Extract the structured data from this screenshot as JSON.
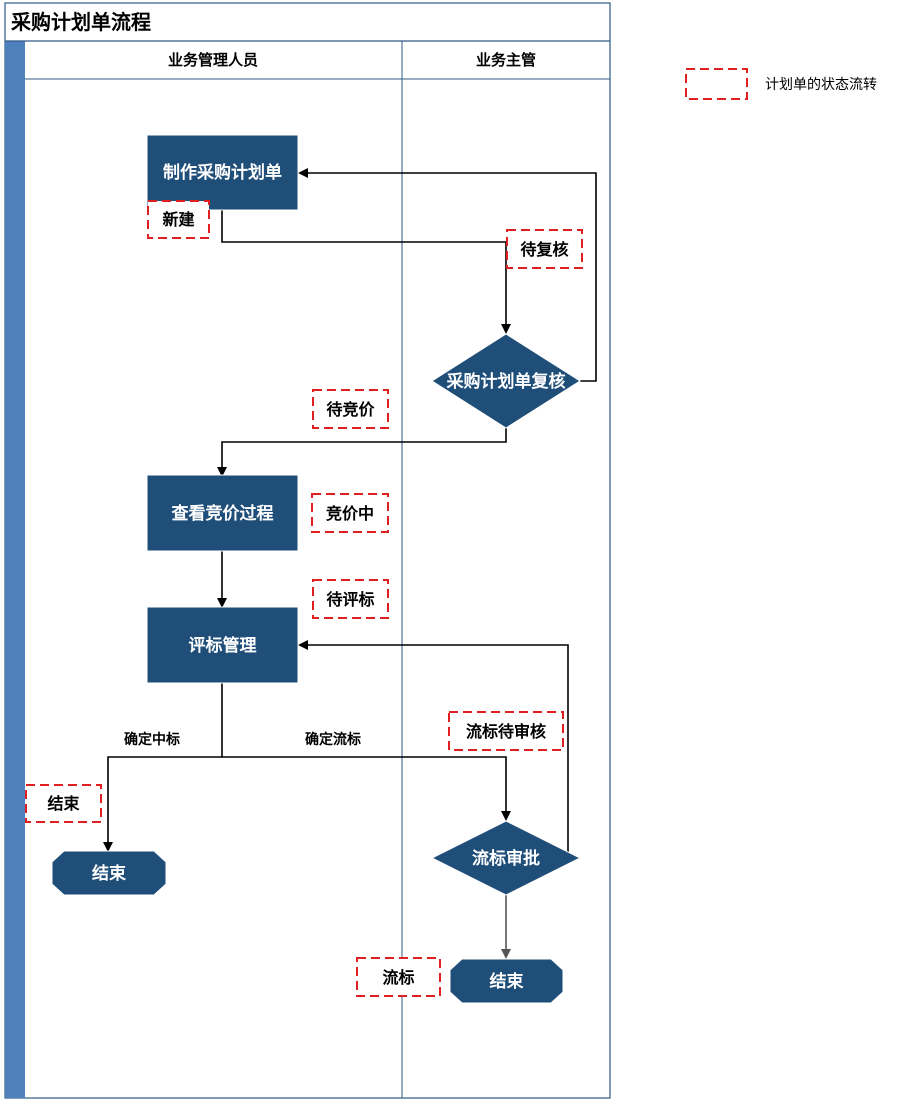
{
  "diagram": {
    "title": "采购计划单流程",
    "lanes": [
      "业务管理人员",
      "业务主管"
    ],
    "nodes": {
      "make_plan": "制作采购计划单",
      "review_plan": "采购计划单复核",
      "view_bidding": "查看竞价过程",
      "bid_evaluation": "评标管理",
      "end_left": "结束",
      "failed_approval": "流标审批",
      "end_right": "结束"
    },
    "statuses": {
      "new": "新建",
      "pending_review": "待复核",
      "pending_bidding": "待竞价",
      "bidding": "竞价中",
      "pending_evaluation": "待评标",
      "pending_failed_review": "流标待审核",
      "finished": "结束",
      "failed": "流标"
    },
    "edge_labels": {
      "confirm_winner": "确定中标",
      "confirm_failed": "确定流标"
    },
    "legend": {
      "label": "计划单的状态流转"
    },
    "colors": {
      "node_fill": "#1f4e79",
      "status_border": "#e02020",
      "lane_bar": "#4f81bd",
      "lane_border": "#2f5b87"
    }
  }
}
